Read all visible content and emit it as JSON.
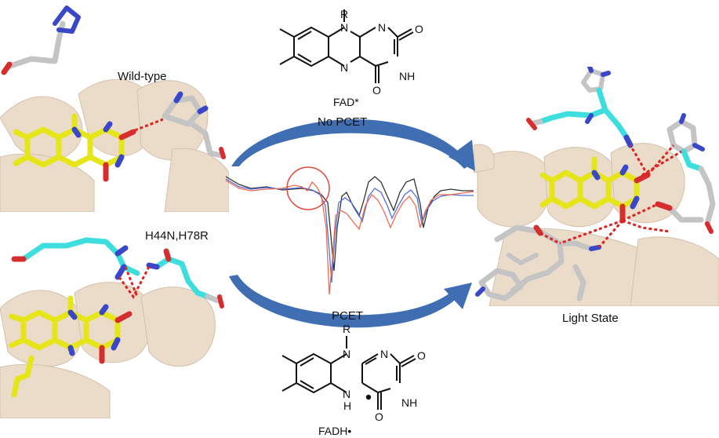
{
  "panels": {
    "wild_type": {
      "label": "Wild-type"
    },
    "mutant": {
      "label": "H44N,H78R"
    },
    "light_state": {
      "label": "Light State"
    }
  },
  "arrows": {
    "top": {
      "label": "No PCET"
    },
    "bottom": {
      "label": "PCET"
    }
  },
  "structures": {
    "top": {
      "caption": "FAD*",
      "substituent": "R",
      "nh_label": "NH",
      "o_label": "O",
      "n_label": "N"
    },
    "bottom": {
      "caption": "FADH•",
      "substituent": "R",
      "nh_label": "NH",
      "h_label": "H",
      "o_label": "O",
      "n_label": "N"
    }
  },
  "colors": {
    "arrow_blue": "#3f6fb2",
    "flavin_yellow": "#e5e51a",
    "cyan_residue": "#3fdede",
    "grey_residue": "#c4c4c4",
    "hbond_red": "#dd2222",
    "helix_tan": "#e8d6c0",
    "trace_black": "#333333",
    "trace_blue": "#4e6fe0",
    "trace_red": "#f06a50"
  }
}
